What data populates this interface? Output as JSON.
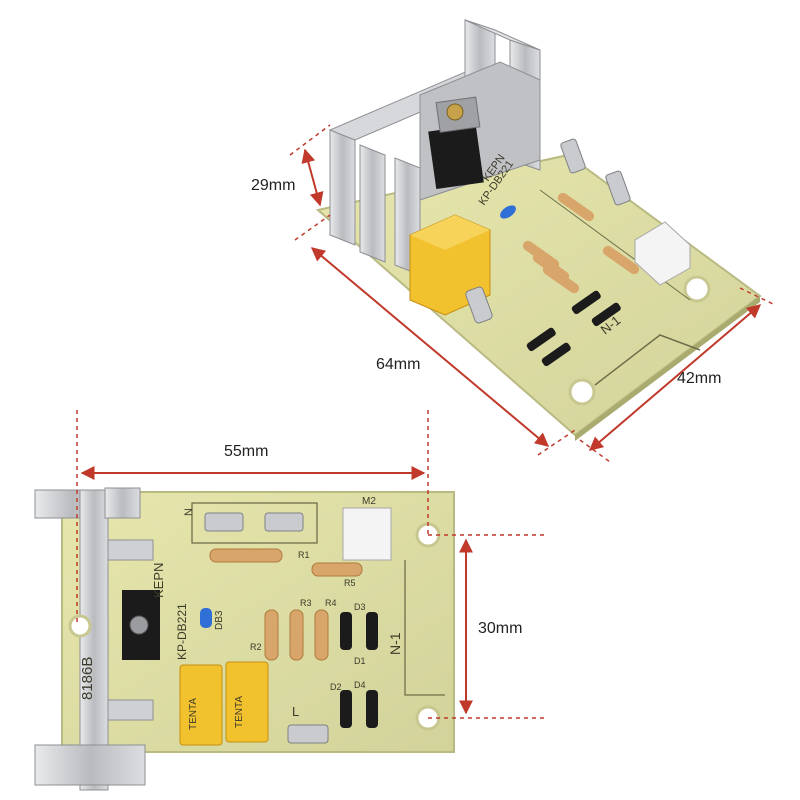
{
  "dimensions": {
    "top_height": "29mm",
    "top_length": "64mm",
    "top_width": "42mm",
    "bottom_length": "55mm",
    "bottom_height": "30mm"
  },
  "board_markings": {
    "model": "8186B",
    "brand": "KEPN",
    "diac": "KP-DB221",
    "diac_ref": "DB3",
    "connector": "N-1",
    "terminal_l": "L",
    "terminal_n": "N",
    "connector_ref": "M2",
    "cap_brand": "TENTA",
    "r1": "R1",
    "r2": "R2",
    "r3": "R3",
    "r4": "R4",
    "r5": "R5",
    "d1": "D1",
    "d2": "D2",
    "d3": "D3",
    "d4": "D4"
  },
  "colors": {
    "dimension_line": "#c0392b",
    "pcb": "#dfe0a4",
    "heatsink": "#c9cbce",
    "capacitor": "#f2c12e"
  }
}
